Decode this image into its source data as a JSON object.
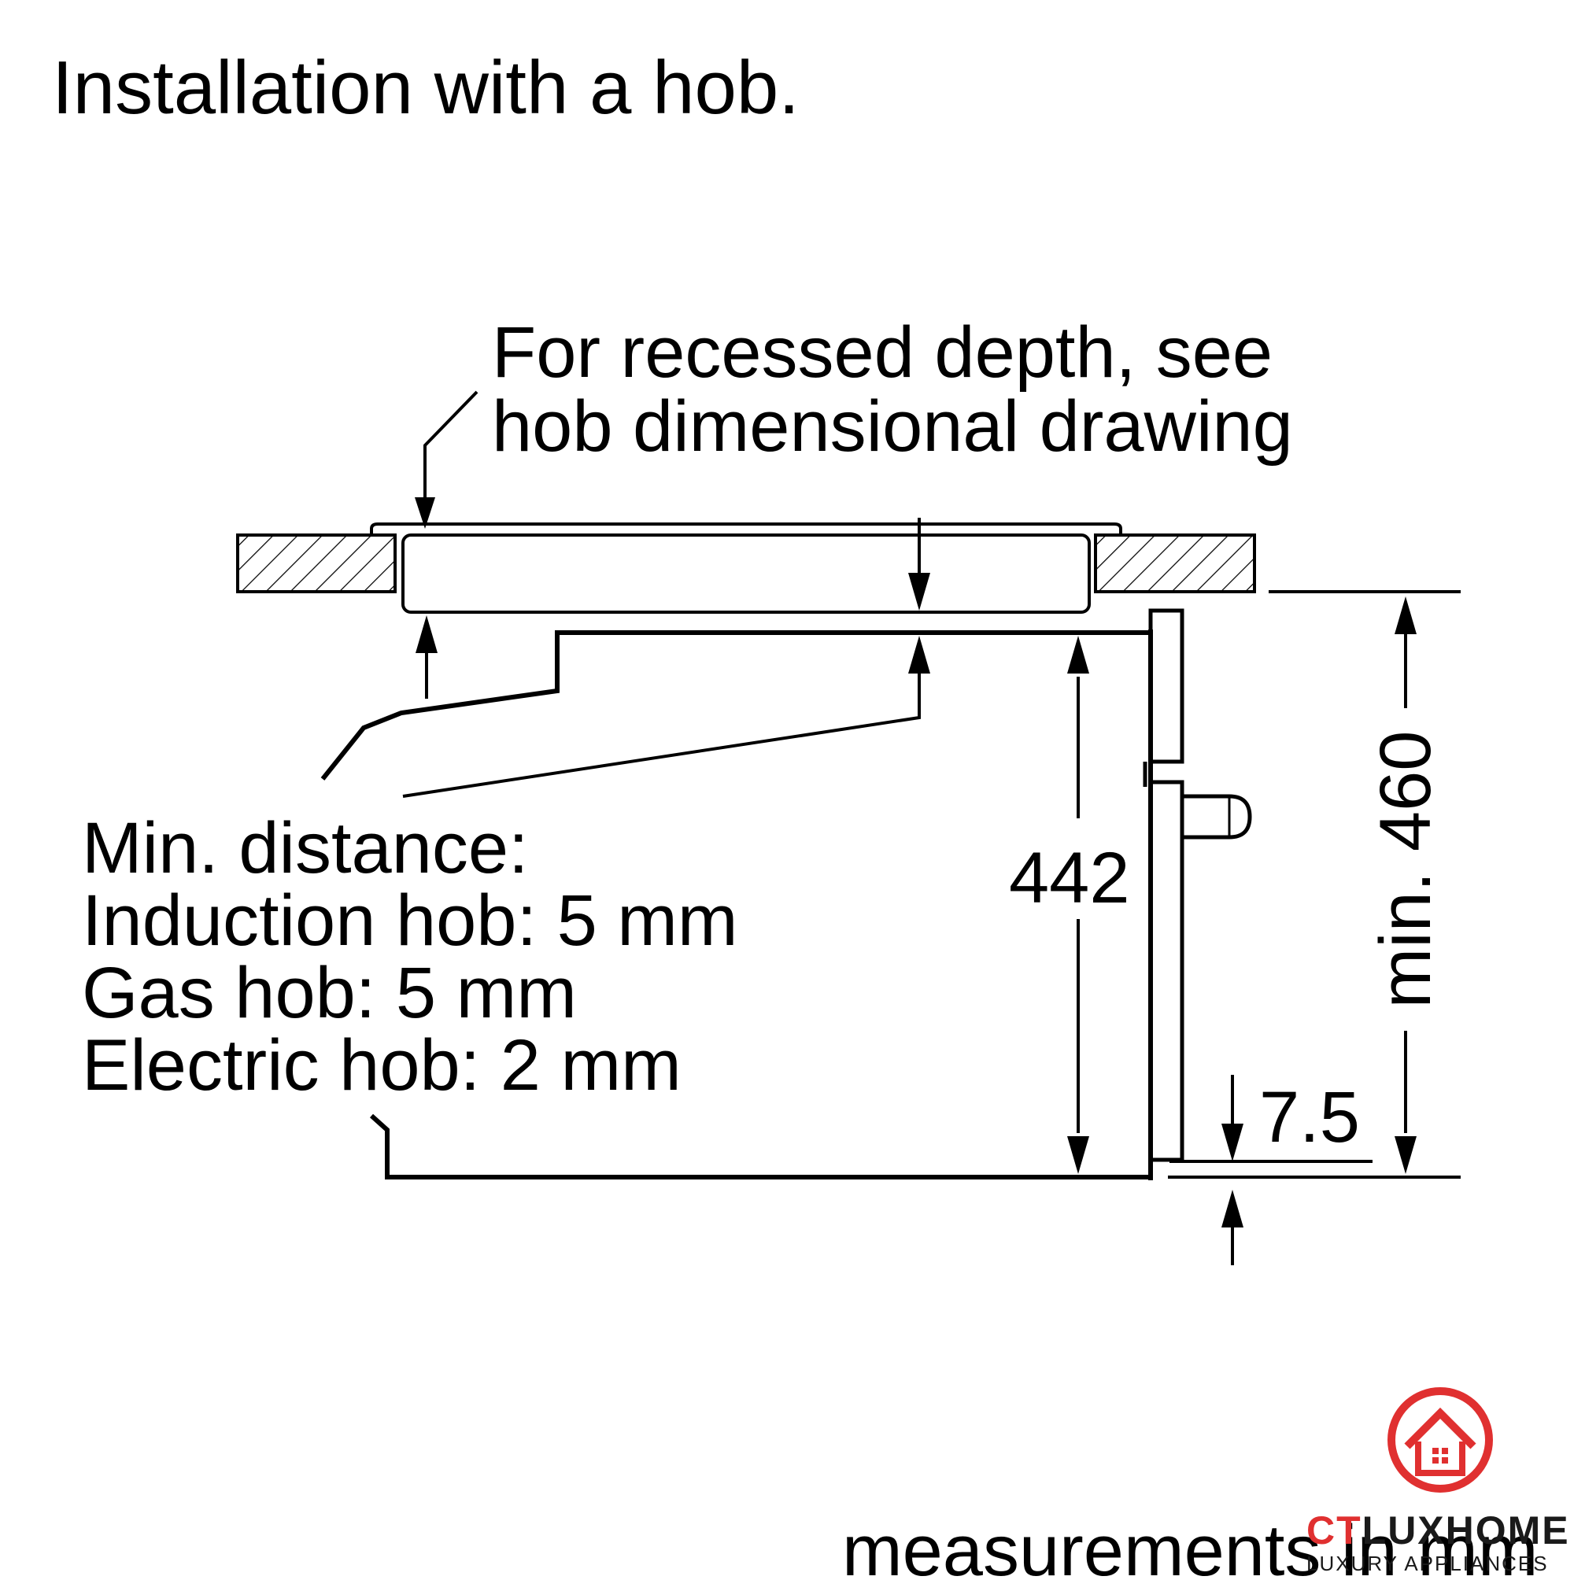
{
  "title": "Installation with a hob.",
  "callout": {
    "line1": "For recessed depth, see",
    "line2": "hob dimensional drawing"
  },
  "min_distance": {
    "heading": "Min. distance:",
    "items": [
      "Induction hob: 5 mm",
      "Gas hob: 5 mm",
      "Electric hob: 2 mm"
    ]
  },
  "dimensions": {
    "height": "442",
    "cavity_height": "min. 460",
    "offset": "7.5"
  },
  "units_note": "measurements in mm",
  "watermark": {
    "brand_red": "CT",
    "brand_dark": "LUXHOME",
    "tagline": "LUXURY APPLIANCES",
    "icon": "house-icon",
    "brand_color": "#e03030"
  }
}
